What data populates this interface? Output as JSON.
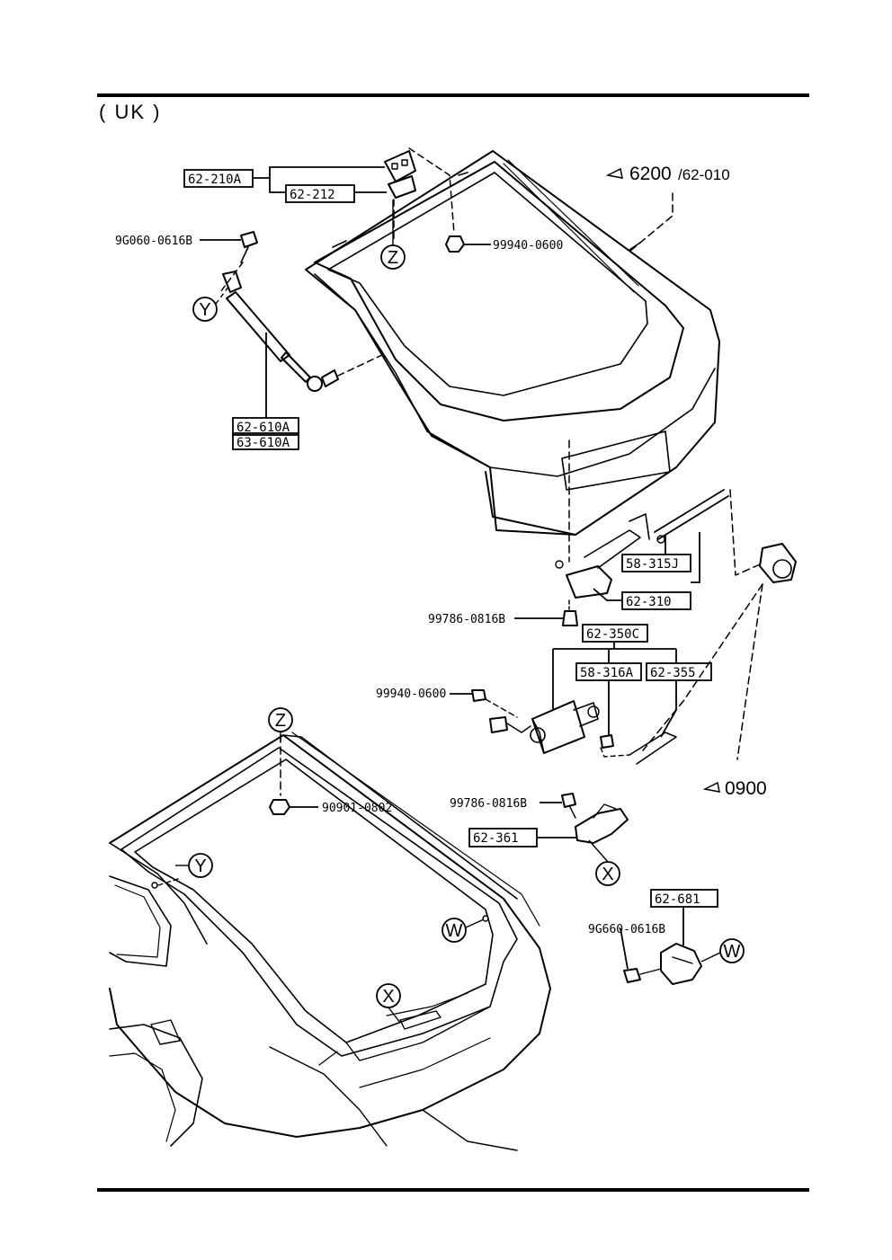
{
  "region_label": "( UK )",
  "parts": {
    "hinge_group": "62-210A",
    "hinge": "62-212",
    "bolt_top": "9G060-0616B",
    "nut_top": "99940-0600",
    "strut_1": "62-610A",
    "strut_2": "63-610A",
    "rod": "58-315J",
    "latch": "62-310",
    "latch_bolt": "99786-0816B",
    "actuator_group": "62-350C",
    "actuator_rod": "58-316A",
    "actuator_link": "62-355",
    "actuator_nut": "99940-0600",
    "trunk_nut": "90901-0802",
    "striker_bolt": "99786-0816B",
    "striker": "62-361",
    "bumper": "62-681",
    "bumper_bolt": "9G660-0616B"
  },
  "references": {
    "liftgate_num": "6200",
    "liftgate_sub": "/62-010",
    "lock_num": "0900"
  },
  "callouts": {
    "z": "Z",
    "y": "Y",
    "x": "X",
    "w": "W"
  }
}
